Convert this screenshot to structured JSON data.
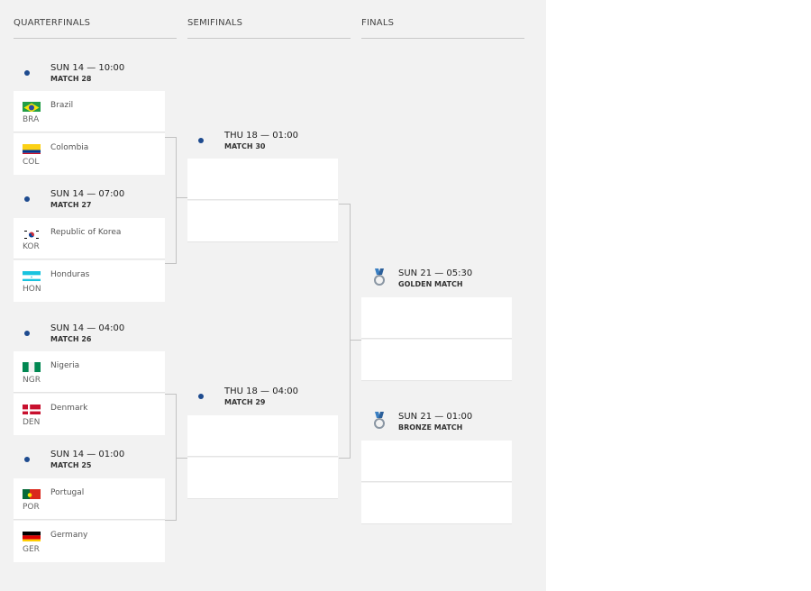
{
  "headers": {
    "quarterfinals": "QUARTERFINALS",
    "semifinals": "SEMIFINALS",
    "finals": "FINALS"
  },
  "quarterfinals": [
    {
      "time": "SUN 14 — 10:00",
      "match": "MATCH 28",
      "teams": [
        {
          "name": "Brazil",
          "code": "BRA",
          "flag": "brazil-flag"
        },
        {
          "name": "Colombia",
          "code": "COL",
          "flag": "colombia-flag"
        }
      ]
    },
    {
      "time": "SUN 14 — 07:00",
      "match": "MATCH 27",
      "teams": [
        {
          "name": "Republic of Korea",
          "code": "KOR",
          "flag": "korea-flag"
        },
        {
          "name": "Honduras",
          "code": "HON",
          "flag": "honduras-flag"
        }
      ]
    },
    {
      "time": "SUN 14 — 04:00",
      "match": "MATCH 26",
      "teams": [
        {
          "name": "Nigeria",
          "code": "NGR",
          "flag": "nigeria-flag"
        },
        {
          "name": "Denmark",
          "code": "DEN",
          "flag": "denmark-flag"
        }
      ]
    },
    {
      "time": "SUN 14 — 01:00",
      "match": "MATCH 25",
      "teams": [
        {
          "name": "Portugal",
          "code": "POR",
          "flag": "portugal-flag"
        },
        {
          "name": "Germany",
          "code": "GER",
          "flag": "germany-flag"
        }
      ]
    }
  ],
  "semifinals": [
    {
      "time": "THU 18 — 01:00",
      "match": "MATCH 30"
    },
    {
      "time": "THU 18 — 04:00",
      "match": "MATCH 29"
    }
  ],
  "finals": [
    {
      "time": "SUN 21 — 05:30",
      "match": "GOLDEN MATCH",
      "icon": "gold-medal-icon"
    },
    {
      "time": "SUN 21 — 01:00",
      "match": "BRONZE MATCH",
      "icon": "bronze-medal-icon"
    }
  ],
  "colors": {
    "panel": "#f2f2f2",
    "accent_dot": "#1e4b8f",
    "medal_ribbon": "#3a7fc2",
    "medal": "#8a96a3"
  }
}
